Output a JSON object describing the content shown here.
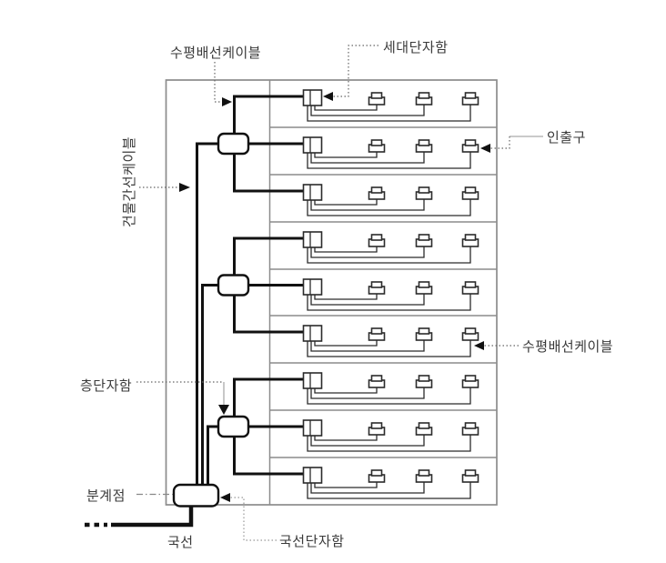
{
  "page": {
    "background": "#ffffff"
  },
  "diagram": {
    "type": "building-telecom-wiring-diagram",
    "structure": {
      "floors": 9,
      "outlets_per_floor": 3,
      "floor_terminal_boxes": 3,
      "trunk_risers": 3
    },
    "colors": {
      "cable_black": "#111111",
      "outline_gray": "#8c8c8c",
      "symbol_outline": "#2b2b2b",
      "leader_gray": "#666666",
      "leader_light": "#aaaaaa",
      "text": "#3a3a3a",
      "background": "#ffffff"
    },
    "labels": {
      "horizontal_cable_top": "수평배선케이블",
      "unit_terminal_box": "세대단자함",
      "outlet": "인출구",
      "building_trunk_cable": "건물간선케이블",
      "horizontal_cable_right": "수평배선케이블",
      "floor_terminal_box": "층단자함",
      "demarcation_point": "분계점",
      "co_terminal_box": "국선단자함",
      "co_line": "국선"
    }
  }
}
